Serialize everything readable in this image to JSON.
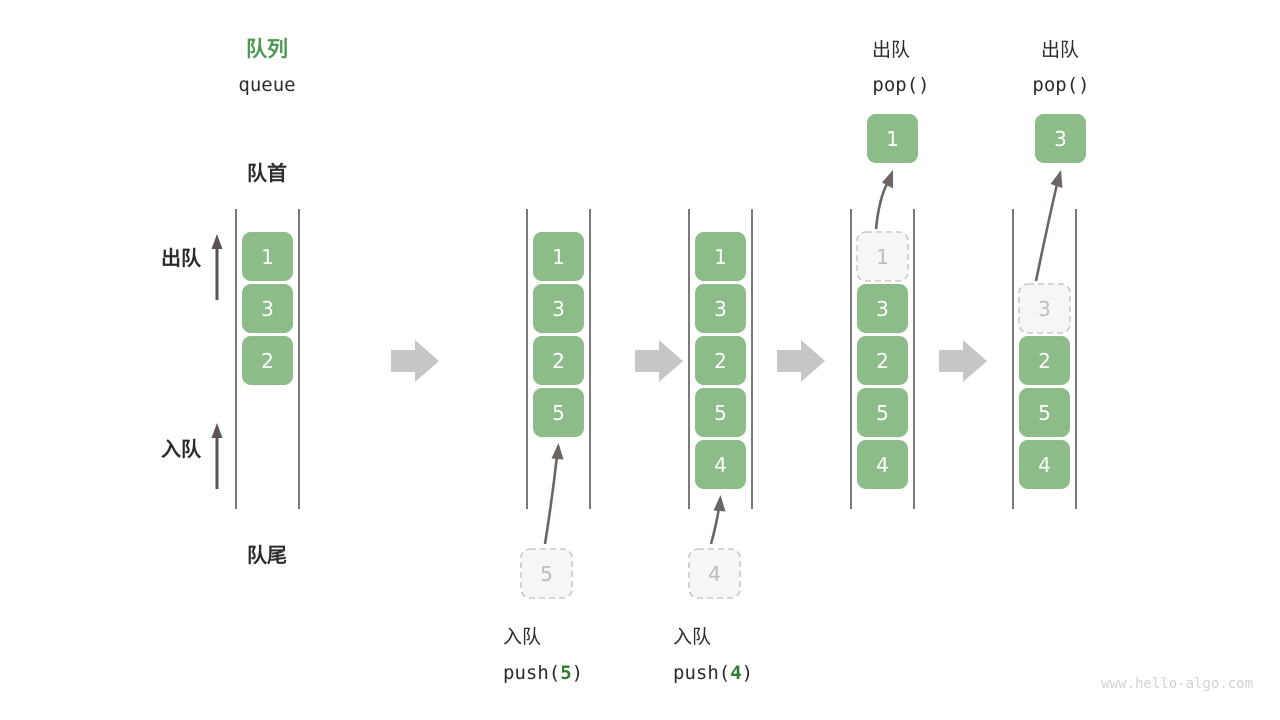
{
  "meta": {
    "watermark": "www.hello-algo.com",
    "colors": {
      "accent_green": "#4a9a52",
      "box_green": "#8cbc87",
      "ghost_gray": "#bdbdbd",
      "rail_gray": "#595959",
      "step_arrow_gray": "#c6c6c6",
      "text_dark": "#2c2c2c"
    }
  },
  "title": {
    "cn": "队列",
    "en": "queue"
  },
  "labels": {
    "head": "队首",
    "tail": "队尾",
    "dequeue": "出队",
    "enqueue": "入队",
    "pop_cn": "出队",
    "pop_code": "pop()",
    "push_cn": "入队"
  },
  "stages": [
    {
      "id": "initial",
      "items": [
        "1",
        "3",
        "2"
      ],
      "ghost_index": null,
      "incoming": null,
      "popped": null,
      "caption_cn": null,
      "caption_code": null,
      "caption_arg": null
    },
    {
      "id": "push-5",
      "items": [
        "1",
        "3",
        "2",
        "5"
      ],
      "ghost_index": null,
      "incoming": "5",
      "popped": null,
      "caption_cn": "入队",
      "caption_code": "push(",
      "caption_arg": "5",
      "caption_close": ")"
    },
    {
      "id": "push-4",
      "items": [
        "1",
        "3",
        "2",
        "5",
        "4"
      ],
      "ghost_index": null,
      "incoming": "4",
      "popped": null,
      "caption_cn": "入队",
      "caption_code": "push(",
      "caption_arg": "4",
      "caption_close": ")"
    },
    {
      "id": "pop-1",
      "items": [
        "1",
        "3",
        "2",
        "5",
        "4"
      ],
      "ghost_index": 0,
      "incoming": null,
      "popped": "1",
      "header_cn": "出队",
      "header_code": "pop()"
    },
    {
      "id": "pop-3",
      "items": [
        "3",
        "2",
        "5",
        "4"
      ],
      "ghost_index": 0,
      "incoming": null,
      "popped": "3",
      "header_cn": "出队",
      "header_code": "pop()"
    }
  ],
  "step_arrows": [
    {
      "name": "step-arrow-1"
    },
    {
      "name": "step-arrow-2"
    },
    {
      "name": "step-arrow-3"
    },
    {
      "name": "step-arrow-4"
    }
  ]
}
